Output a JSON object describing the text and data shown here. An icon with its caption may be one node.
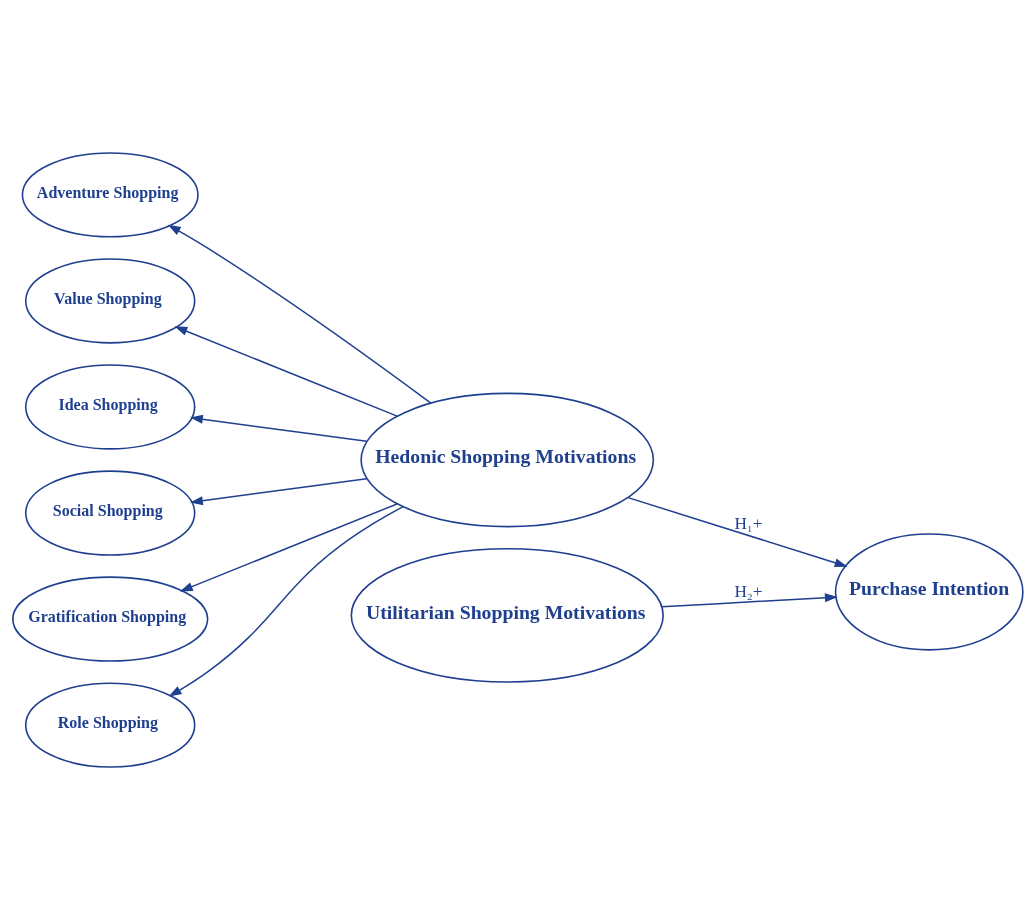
{
  "diagram": {
    "nodes": [
      {
        "text": [
          "Adventure Shopping"
        ]
      },
      {
        "text": [
          "Value Shopping"
        ]
      },
      {
        "text": [
          "Idea Shopping"
        ]
      },
      {
        "text": [
          "Social Shopping"
        ]
      },
      {
        "text": [
          "Gratification Shopping"
        ]
      },
      {
        "text": [
          "Role Shopping"
        ]
      },
      {
        "text": [
          "Hedonic Shopping Motivations"
        ]
      },
      {
        "text": [
          "Purchase Intention"
        ]
      },
      {
        "text": [
          "Utilitarian Shopping Motivations"
        ]
      }
    ],
    "edges": [
      {
        "from": 6,
        "to": 0,
        "arrow": "to"
      },
      {
        "from": 6,
        "to": 1,
        "arrow": "to"
      },
      {
        "from": 6,
        "to": 2,
        "arrow": "to"
      },
      {
        "from": 6,
        "to": 3,
        "arrow": "to"
      },
      {
        "from": 6,
        "to": 4,
        "arrow": "to"
      },
      {
        "from": 6,
        "to": 5,
        "arrow": "to"
      },
      {
        "from": 6,
        "to": 7,
        "label": "H₁+",
        "arrow": "to"
      },
      {
        "from": 8,
        "to": 7,
        "label": "H₂+",
        "arrow": "to"
      }
    ]
  }
}
